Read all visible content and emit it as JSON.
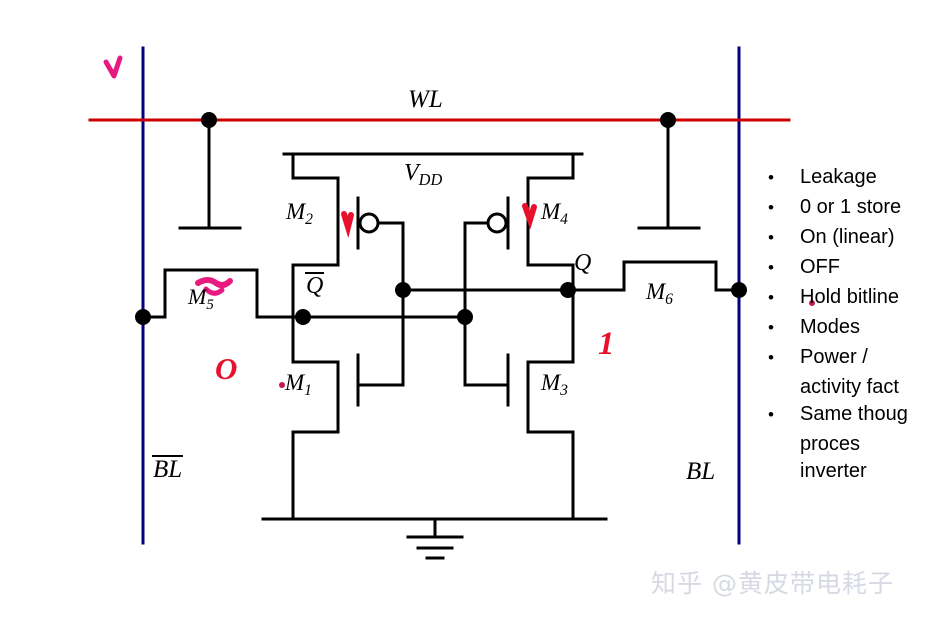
{
  "diagram": {
    "title_nodes": {
      "wordline": "WL",
      "supply_v": "V",
      "supply_sub": "DD",
      "node_q": "Q",
      "node_qbar": "Q",
      "bitline_left": "BL",
      "bitline_right": "BL"
    },
    "transistors": [
      {
        "id": "m1",
        "name": "M",
        "index": "1",
        "type": "nmos",
        "label": "M 1"
      },
      {
        "id": "m2",
        "name": "M",
        "index": "2",
        "type": "pmos",
        "label": "M 2"
      },
      {
        "id": "m3",
        "name": "M",
        "index": "3",
        "type": "nmos",
        "label": "M 3"
      },
      {
        "id": "m4",
        "name": "M",
        "index": "4",
        "type": "pmos",
        "label": "M 4"
      },
      {
        "id": "m5",
        "name": "M",
        "index": "5",
        "type": "nmos",
        "label": "M 5"
      },
      {
        "id": "m6",
        "name": "M",
        "index": "6",
        "type": "nmos",
        "label": "M 6"
      }
    ],
    "annotations": {
      "stored_left": "O",
      "stored_right": "1"
    },
    "colors": {
      "wordline": "#cc0000",
      "bitline": "#000080",
      "wire": "#000000",
      "annotation_red": "#e8112d",
      "annotation_pink": "#e8197f",
      "watermark": "#d6d9e3"
    }
  },
  "bullets": [
    {
      "marker": "•",
      "text": "Leakage",
      "continuation": []
    },
    {
      "marker": "•",
      "text": "0 or 1 store",
      "continuation": []
    },
    {
      "marker": "•",
      "text": "On (linear)",
      "continuation": []
    },
    {
      "marker": "•",
      "text": "OFF",
      "continuation": []
    },
    {
      "marker": "•",
      "text": "Hold bitline",
      "continuation": []
    },
    {
      "marker": "•",
      "text": "Modes",
      "continuation": []
    },
    {
      "marker": "•",
      "text": "Power /",
      "continuation": [
        "activity fact"
      ]
    },
    {
      "marker": "•",
      "text": "Same thoug",
      "continuation": [
        "proces",
        "inverter"
      ]
    }
  ],
  "watermark": {
    "text": "知乎 @黄皮带电耗子"
  }
}
